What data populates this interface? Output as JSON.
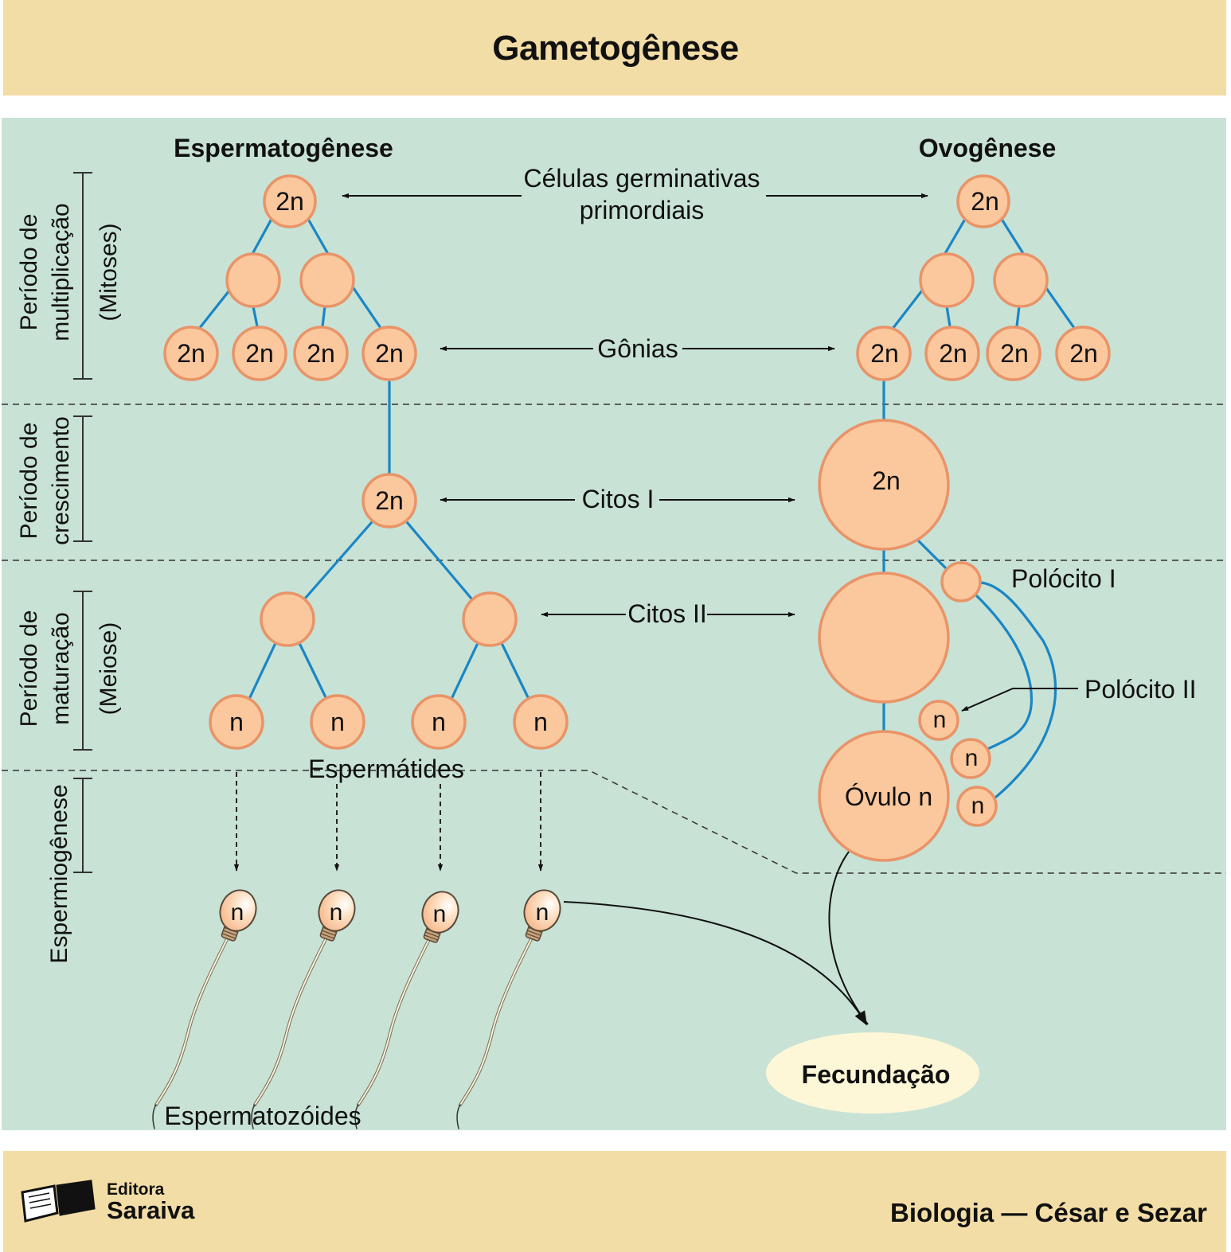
{
  "title": "Gametogênese",
  "columns": {
    "left": "Espermatogênese",
    "right": "Ovogênese"
  },
  "periods": {
    "multiplicacao": [
      "Período de",
      "multiplicação",
      "(Mitoses)"
    ],
    "crescimento": [
      "Período de",
      "crescimento"
    ],
    "maturacao": [
      "Período de",
      "maturação",
      "(Meiose)"
    ],
    "espermiogenese": "Espermiogênese"
  },
  "labels": {
    "celulas_germinativas": [
      "Células germinativas",
      "primordiais"
    ],
    "gonias": "Gônias",
    "citos_i": "Citos I",
    "citos_ii": "Citos II",
    "espermatides": "Espermátides",
    "espermatozoides": "Espermatozóides",
    "polocito_i": "Polócito I",
    "polocito_ii": "Polócito II",
    "fecundacao": "Fecundação"
  },
  "cells": {
    "diploid": "2n",
    "haploid": "n",
    "ovulo": "Óvulo n"
  },
  "footer": {
    "publisher_small": "Editora",
    "publisher_name": "Saraiva",
    "credit": "Biologia — César e Sezar"
  },
  "colors": {
    "background": "#c8e2d6",
    "band": "#f3dda6",
    "cell_fill": "#fbc79c",
    "cell_stroke": "#e89468",
    "line": "#1a86c4",
    "fecundacao_fill": "#fdf7d8"
  }
}
